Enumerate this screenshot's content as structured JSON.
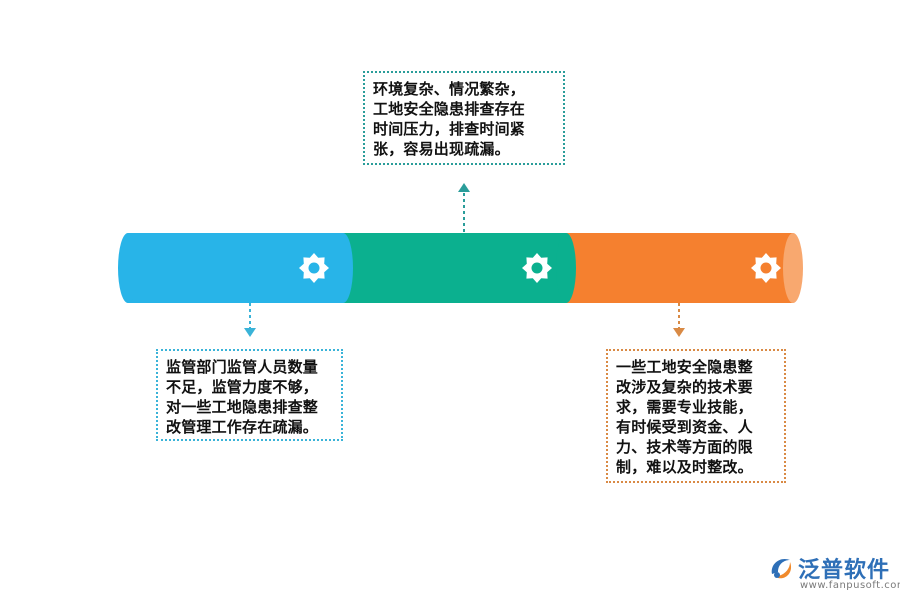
{
  "diagram": {
    "segments": [
      {
        "name": "segment-left",
        "color": "#28b4e8"
      },
      {
        "name": "segment-middle",
        "color": "#0bb08f"
      },
      {
        "name": "segment-right",
        "color": "#f5802f"
      }
    ],
    "callouts": {
      "top": {
        "text": "环境复杂、情况繁杂，\n工地安全隐患排查存在\n时间压力，排查时间紧\n张，容易出现疏漏。",
        "color": "#2a9d9a"
      },
      "left": {
        "text": "监管部门监管人员数量\n不足，监管力度不够，\n对一些工地隐患排查整\n改管理工作存在疏漏。",
        "color": "#3ab3d8"
      },
      "right": {
        "text": "一些工地安全隐患整\n改涉及复杂的技术要\n求，需要专业技能，\n有时候受到资金、人\n力、技术等方面的限\n制，难以及时整改。",
        "color": "#d98a45"
      }
    },
    "icon": "gear-icon"
  },
  "logo": {
    "name": "泛普软件",
    "url": "www.fanpusoft.com",
    "color": "#2e6fb7"
  }
}
